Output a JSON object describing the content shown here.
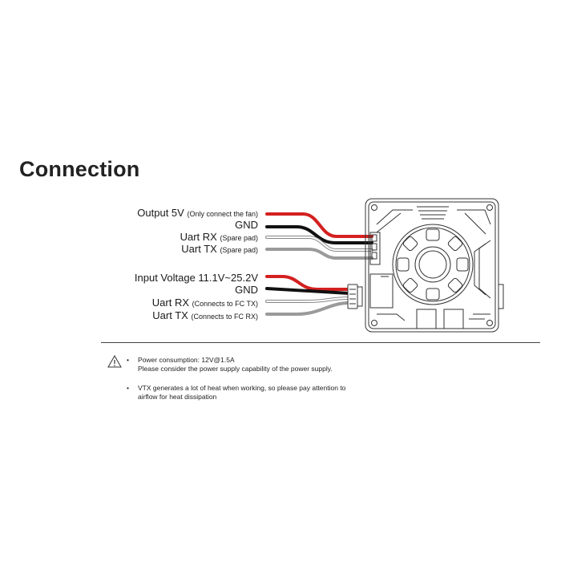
{
  "title": "Connection",
  "groups": [
    {
      "wires": [
        {
          "name": "Output 5V",
          "note": "(Only connect the fan)",
          "color": "#d42020"
        },
        {
          "name": "GND",
          "note": "",
          "color": "#111111"
        },
        {
          "name": "Uart RX",
          "note": "(Spare pad)",
          "color": "#bdbdbd"
        },
        {
          "name": "Uart TX",
          "note": "(Spare pad)",
          "color": "#8c8c8c"
        }
      ]
    },
    {
      "wires": [
        {
          "name": "Input Voltage 11.1V~25.2V",
          "note": "",
          "color": "#d42020"
        },
        {
          "name": "GND",
          "note": "",
          "color": "#111111"
        },
        {
          "name": "Uart RX",
          "note": "(Connects to FC TX)",
          "color": "#bdbdbd"
        },
        {
          "name": "Uart TX",
          "note": "(Connects to FC RX)",
          "color": "#8c8c8c"
        }
      ]
    }
  ],
  "notes": [
    {
      "bullet": "•",
      "lines": [
        "Power consumption: 12V@1.5A",
        "Please consider the power supply capability of the power supply."
      ]
    },
    {
      "bullet": "•",
      "lines": [
        "VTX generates a lot of heat when working, so please pay attention to",
        "airflow for heat dissipation"
      ]
    }
  ],
  "icons": {
    "warning": "warning-triangle-icon",
    "device": "vtx-module-fan-icon"
  }
}
